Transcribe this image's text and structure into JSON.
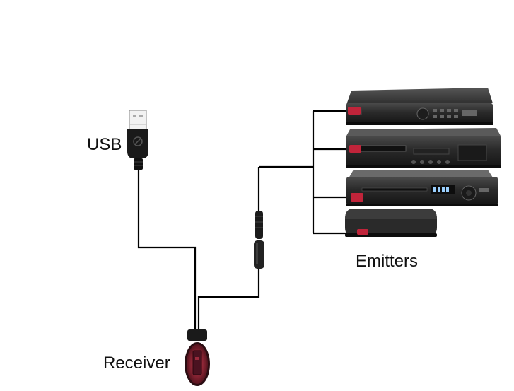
{
  "diagram": {
    "labels": {
      "usb": "USB",
      "emitters": "Emitters",
      "receiver": "Receiver"
    },
    "devices": [
      "satellite-receiver",
      "blu-ray-player",
      "dvd-player",
      "streaming-box"
    ],
    "colors": {
      "cable": "#000000",
      "device_body": "#2b2b2b",
      "ir_emitter": "#c0243a",
      "receiver_body": "#6e1e2a"
    }
  }
}
